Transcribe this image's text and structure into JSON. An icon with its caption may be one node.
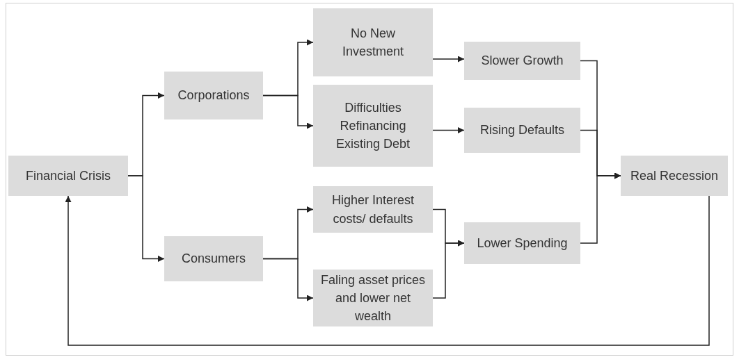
{
  "diagram": {
    "nodes": [
      {
        "text": [
          "Financial Crisis"
        ]
      },
      {
        "text": [
          "Corporations"
        ]
      },
      {
        "text": [
          "Consumers"
        ]
      },
      {
        "text": [
          "No New Investment"
        ]
      },
      {
        "text": [
          "Difficulties Refinancing Existing Debt"
        ]
      },
      {
        "text": [
          "Higher Interest costs/ defaults"
        ]
      },
      {
        "text": [
          "Faling asset prices and lower net wealth"
        ]
      },
      {
        "text": [
          "Slower Growth"
        ]
      },
      {
        "text": [
          "Rising Defaults"
        ]
      },
      {
        "text": [
          "Lower Spending"
        ]
      },
      {
        "text": [
          "Real Recession"
        ]
      }
    ],
    "edges": [
      {
        "from": 0,
        "to": 1,
        "arrow": "to"
      },
      {
        "from": 0,
        "to": 2,
        "arrow": "to"
      },
      {
        "from": 1,
        "to": 3,
        "arrow": "to"
      },
      {
        "from": 1,
        "to": 4,
        "arrow": "to"
      },
      {
        "from": 2,
        "to": 5,
        "arrow": "to"
      },
      {
        "from": 2,
        "to": 6,
        "arrow": "to"
      },
      {
        "from": 3,
        "to": 7,
        "arrow": "to"
      },
      {
        "from": 4,
        "to": 8,
        "arrow": "to"
      },
      {
        "from": 5,
        "to": 9,
        "arrow": "to"
      },
      {
        "from": 6,
        "to": 9,
        "arrow": "to"
      },
      {
        "from": 7,
        "to": 10,
        "arrow": "to"
      },
      {
        "from": 8,
        "to": 10,
        "arrow": "to"
      },
      {
        "from": 9,
        "to": 10,
        "arrow": "to"
      },
      {
        "from": 10,
        "to": 0,
        "arrow": "to"
      }
    ]
  }
}
